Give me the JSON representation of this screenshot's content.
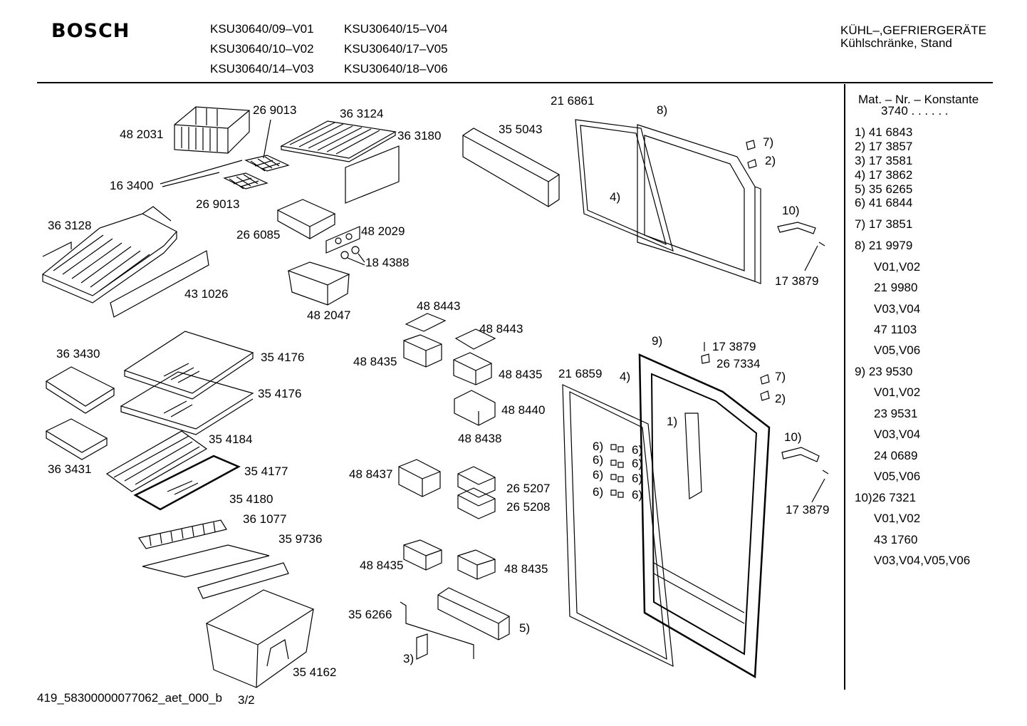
{
  "header": {
    "brand": "BOSCH",
    "models": [
      "KSU30640/09–V01",
      "KSU30640/15–V04",
      "KSU30640/10–V02",
      "KSU30640/17–V05",
      "KSU30640/14–V03",
      "KSU30640/18–V06"
    ],
    "category_line1": "KÜHL–,GEFRIERGERÄTE",
    "category_line2": "Kühlschränke, Stand"
  },
  "sidebar": {
    "heading": "Mat. – Nr. – Konstante",
    "constant": "3740  .  .   .  .  .  .",
    "entries": [
      "1)  41 6843",
      "2)  17 3857",
      "3)  17 3581",
      "4)  17 3862",
      "5)  35 6265",
      "6)  41 6844",
      "7)  17 3851",
      "8)  21 9979",
      "V01,V02",
      "21 9980",
      "V03,V04",
      "47 1103",
      "V05,V06",
      "9)  23 9530",
      "V01,V02",
      "23 9531",
      "V03,V04",
      "24 0689",
      "V05,V06",
      "10)26 7321",
      "V01,V02",
      "43 1760",
      "V03,V04,V05,V06"
    ]
  },
  "part_labels": [
    "48 2031",
    "26 9013",
    "36 3124",
    "36 3180",
    "16 3400",
    "26 9013",
    "36 3128",
    "26 6085",
    "48 2029",
    "18 4388",
    "43 1026",
    "48 2047",
    "35 5043",
    "21 6861",
    "8)",
    "7)",
    "2)",
    "4)",
    "10)",
    "17 3879",
    "36 3430",
    "35 4176",
    "35 4176",
    "35 4184",
    "36 3431",
    "35 4177",
    "35 4180",
    "36 1077",
    "35 9736",
    "35 4162",
    "48 8443",
    "48 8443",
    "48 8435",
    "48 8435",
    "48 8440",
    "48 8438",
    "48 8437",
    "26 5207",
    "26 5208",
    "48 8435",
    "48 8435",
    "35 6266",
    "5)",
    "3)",
    "9)",
    "17 3879",
    "26 7334",
    "21 6859",
    "4)",
    "7)",
    "2)",
    "1)",
    "10)",
    "17 3879",
    "6)",
    "6)",
    "6)",
    "6)",
    "6)",
    "6)",
    "6)",
    "6)"
  ],
  "footer": {
    "code": "419_58300000077062_aet_000_b",
    "page": "3/2"
  }
}
